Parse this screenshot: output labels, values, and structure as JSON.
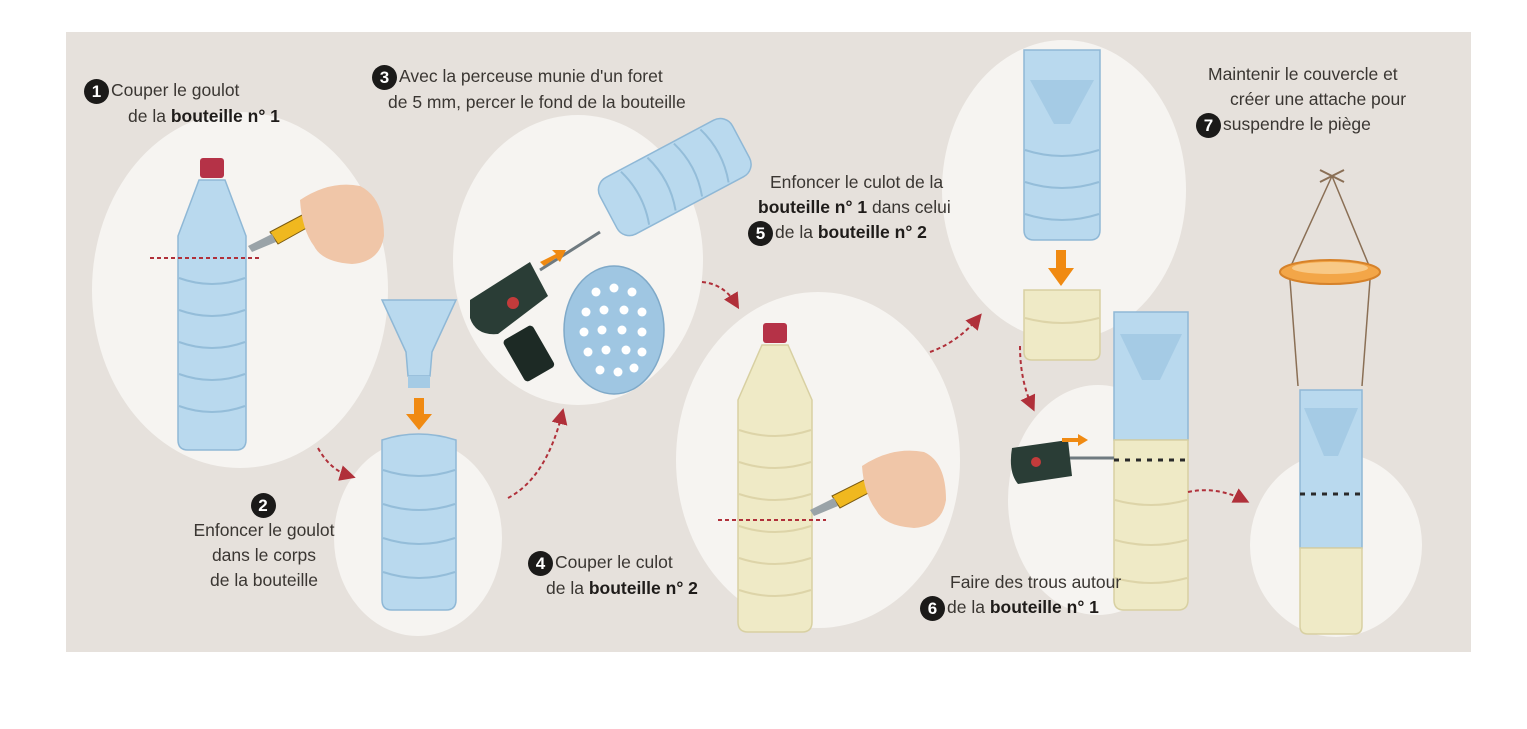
{
  "steps": [
    {
      "number": "1",
      "line1": "Couper le goulot",
      "line2_text": "de la ",
      "line2_bold": "bouteille n° 1"
    },
    {
      "number": "2",
      "line1": "Enfoncer le goulot",
      "line2": "dans le corps",
      "line3": "de la bouteille"
    },
    {
      "number": "3",
      "line1": "Avec la perceuse munie d'un foret",
      "line2": "de 5 mm, percer le fond de la bouteille"
    },
    {
      "number": "4",
      "line1": "Couper le culot",
      "line2_text": "de la ",
      "line2_bold": "bouteille n° 2"
    },
    {
      "number": "5",
      "line1": "Enfoncer le culot de la",
      "line2_bold": "bouteille n° 1",
      "line2_text": " dans celui",
      "line3_text": "de la ",
      "line3_bold": "bouteille n° 2"
    },
    {
      "number": "6",
      "line1": "Faire des trous autour",
      "line2_text": "de la ",
      "line2_bold": "bouteille n° 1"
    },
    {
      "number": "7",
      "line1": "Maintenir le couvercle et",
      "line2": "créer une attache pour",
      "line3": "suspendre le piège"
    }
  ],
  "colors": {
    "background": "#e6e1dc",
    "circle": "#f6f4f1",
    "bottle_blue": "#b9d9ee",
    "bottle_yellow": "#efeac6",
    "cap_red": "#b53247",
    "arrow_red": "#b0303a",
    "arrow_orange": "#f08a12",
    "drill_green": "#2a3d36"
  }
}
